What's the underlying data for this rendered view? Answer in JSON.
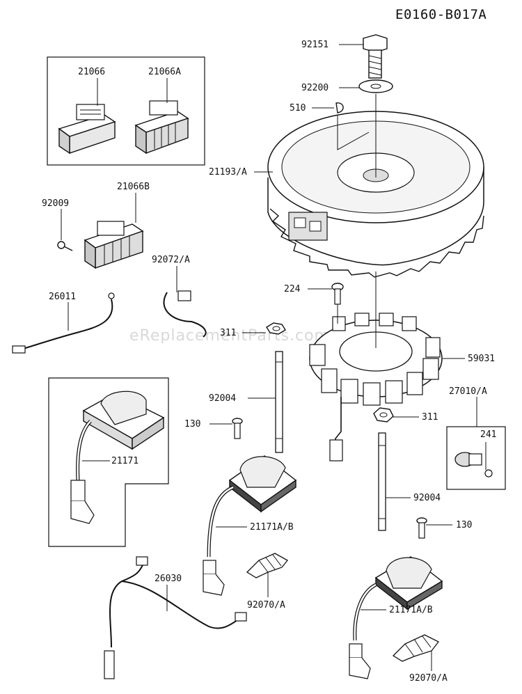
{
  "diagram_code": "E0160-B017A",
  "watermark": "eReplacementParts.com",
  "labels": {
    "p92151": "92151",
    "p92200": "92200",
    "p510": "510",
    "p21193": "21193/A",
    "p21066": "21066",
    "p21066A": "21066A",
    "p21066B": "21066B",
    "p92009": "92009",
    "p92072": "92072/A",
    "p26011": "26011",
    "p224": "224",
    "p311a": "311",
    "p59031": "59031",
    "p27010": "27010/A",
    "p92004a": "92004",
    "p311b": "311",
    "p241": "241",
    "p130a": "130",
    "p21171": "21171",
    "p21171ABa": "21171A/B",
    "p92004b": "92004",
    "p130b": "130",
    "p26030": "26030",
    "p92070a": "92070/A",
    "p21171ABb": "21171A/B",
    "p92070b": "92070/A"
  }
}
